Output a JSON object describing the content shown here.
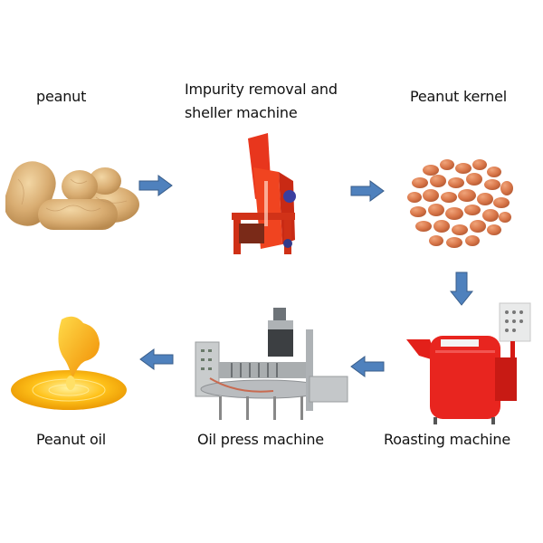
{
  "diagram": {
    "type": "process-flow",
    "nodes": [
      {
        "id": "peanut",
        "label": "peanut"
      },
      {
        "id": "sheller",
        "label": "Impurity removal and sheller machine",
        "label_lines": [
          "Impurity removal and",
          "sheller machine"
        ]
      },
      {
        "id": "kernel",
        "label": "Peanut kernel"
      },
      {
        "id": "roaster",
        "label": "Roasting machine"
      },
      {
        "id": "press",
        "label": "Oil press machine"
      },
      {
        "id": "oil",
        "label": "Peanut oil"
      }
    ],
    "edges": [
      {
        "from": "peanut",
        "to": "sheller",
        "direction": "right"
      },
      {
        "from": "sheller",
        "to": "kernel",
        "direction": "right"
      },
      {
        "from": "kernel",
        "to": "roaster",
        "direction": "down"
      },
      {
        "from": "roaster",
        "to": "press",
        "direction": "left"
      },
      {
        "from": "press",
        "to": "oil",
        "direction": "left"
      }
    ],
    "colors": {
      "arrow_fill": "#4f81bd",
      "arrow_stroke": "#385d8a",
      "machine_red": "#e8251f",
      "sheller_orange": "#ef3b1c",
      "kernel_brown": "#d9774a",
      "shell_tan": "#d6ad75",
      "oil_gold": "#f5b000",
      "steel": "#b9bcbf"
    }
  }
}
